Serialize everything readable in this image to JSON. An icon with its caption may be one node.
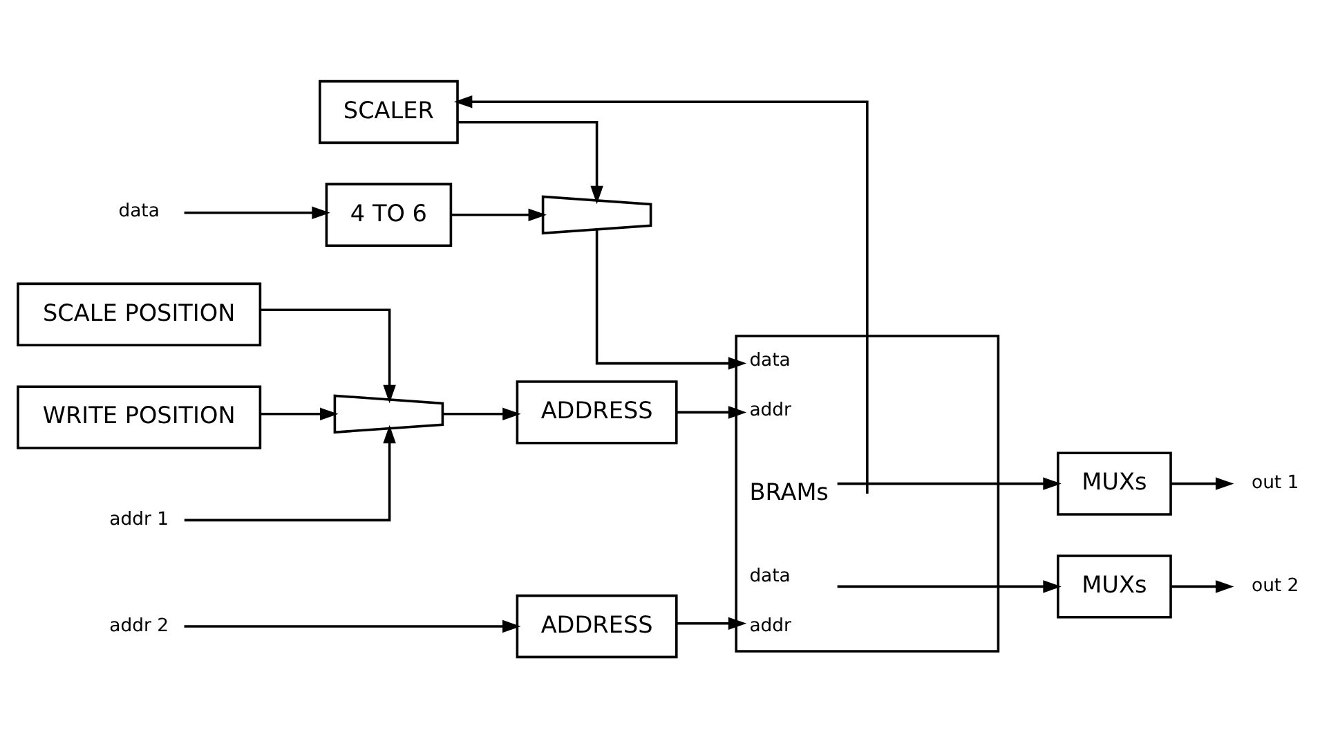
{
  "diagram": {
    "nodes": [
      {
        "text": [
          "SCALER"
        ]
      },
      {
        "text": [
          "data"
        ]
      },
      {
        "text": [
          "4 TO 6"
        ]
      },
      {
        "text": [],
        "shape": "trapezoid"
      },
      {
        "text": [
          "data",
          "addr",
          "BRAMs",
          "data",
          "addr"
        ]
      },
      {
        "text": [
          "out 1"
        ]
      },
      {
        "text": [
          "MUXs"
        ]
      },
      {
        "text": [
          "SCALE POSITION"
        ]
      },
      {
        "text": [],
        "shape": "trapezoid"
      },
      {
        "text": [
          "ADDRESS"
        ]
      },
      {
        "text": [
          "out 2"
        ]
      },
      {
        "text": [
          "MUXs"
        ]
      },
      {
        "text": [
          "WRITE POSITION"
        ]
      },
      {
        "text": [
          "ADDRESS"
        ]
      },
      {
        "text": [
          "addr 1"
        ]
      },
      {
        "text": [
          "addr 2"
        ]
      }
    ],
    "edges": [
      {
        "from": 1,
        "to": 2,
        "arrow": "to"
      },
      {
        "from": 2,
        "to": 3,
        "arrow": "to"
      },
      {
        "from": 0,
        "to": 3,
        "arrow": "to"
      },
      {
        "from": 3,
        "to": 4,
        "arrow": "to"
      },
      {
        "from": 4,
        "to": 6,
        "arrow": "to"
      },
      {
        "from": 4,
        "to": 0,
        "arrow": "to"
      },
      {
        "from": 7,
        "to": 8,
        "arrow": "to"
      },
      {
        "from": 12,
        "to": 8,
        "arrow": "to"
      },
      {
        "from": 14,
        "to": 8,
        "arrow": "to"
      },
      {
        "from": 8,
        "to": 9,
        "arrow": "to"
      },
      {
        "from": 9,
        "to": 4,
        "arrow": "to"
      },
      {
        "from": 15,
        "to": 13,
        "arrow": "to"
      },
      {
        "from": 13,
        "to": 4,
        "arrow": "to"
      },
      {
        "from": 4,
        "to": 11,
        "arrow": "to"
      },
      {
        "from": 6,
        "to": 5,
        "arrow": "to"
      },
      {
        "from": 11,
        "to": 10,
        "arrow": "to"
      }
    ]
  }
}
